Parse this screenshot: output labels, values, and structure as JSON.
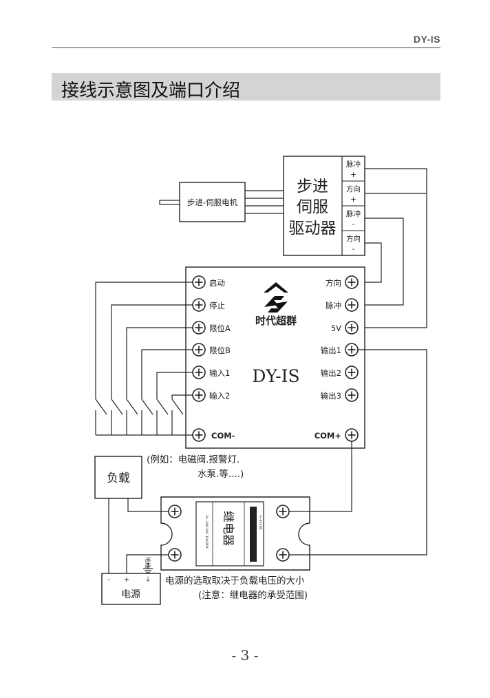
{
  "header": {
    "doc_code": "DY-IS"
  },
  "section_title": "接线示意图及端口介绍",
  "motor": {
    "label": "步进-伺服电机"
  },
  "driver": {
    "label_lines": [
      "步进",
      "伺服",
      "驱动器"
    ],
    "ports": [
      {
        "l1": "脉冲",
        "l2": "+"
      },
      {
        "l1": "方向",
        "l2": "+"
      },
      {
        "l1": "脉冲",
        "l2": "-"
      },
      {
        "l1": "方向",
        "l2": "-"
      }
    ]
  },
  "controller": {
    "brand": "时代超群",
    "model": "DY-IS",
    "left_terminals": [
      "启动",
      "停止",
      "限位A",
      "限位B",
      "输入1",
      "输入2"
    ],
    "right_terminals": [
      "方向",
      "脉冲",
      "5V",
      "输出1",
      "输出2",
      "输出3"
    ],
    "com_minus": "COM-",
    "com_plus": "COM+"
  },
  "load": {
    "label": "负载",
    "note_line1": "(例如：电磁阀.报警灯.",
    "note_line2": "水泵.等....)"
  },
  "relay": {
    "label": "继电器",
    "spec_left": "24~480 VAC 10A/80A",
    "spec_right": "3~32VDC"
  },
  "power": {
    "label": "电源",
    "minus": "-",
    "plus": "+",
    "ground": "地线",
    "note_line1": "电源的选取取决于负载电压的大小",
    "note_line2": "(注意：继电器的承受范围)"
  },
  "page_number": "- 3 -"
}
